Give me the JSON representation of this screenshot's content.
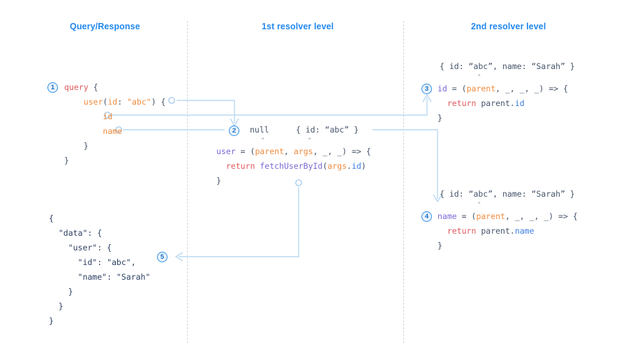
{
  "columns": [
    {
      "title": "Query/Response"
    },
    {
      "title": "1st resolver level"
    },
    {
      "title": "2nd resolver level"
    }
  ],
  "badges": [
    {
      "label": "1",
      "for": "query-block"
    },
    {
      "label": "2",
      "for": "user-resolver"
    },
    {
      "label": "3",
      "for": "id-resolver"
    },
    {
      "label": "4",
      "for": "name-resolver"
    },
    {
      "label": "5",
      "for": "response-block"
    }
  ],
  "blocks": {
    "query": {
      "lines": [
        "query {",
        "    user(id: \"abc\") {",
        "        id",
        "        name",
        "    }",
        "}"
      ],
      "text": "query {\n    user(id: \"abc\") {\n        id\n        name\n    }\n}"
    },
    "response": {
      "text": "{\n  \"data\": {\n    \"user\": {\n      \"id\": \"abc\",\n      \"name\": \"Sarah\"\n    }\n  }\n}"
    },
    "user_resolver": {
      "parent_value": "null",
      "args_value": "{ id: “abc” }",
      "signature": "user = (parent, args, _, _) => {",
      "body": "    return fetchUserById(args.id)",
      "close": "}"
    },
    "id_resolver": {
      "parent_value": "{ id: “abc”, name: “Sarah” }",
      "signature": "id = (parent, _, _, _) => {",
      "body": "    return parent.id",
      "close": "}"
    },
    "name_resolver": {
      "parent_value": "{ id: “abc”, name: “Sarah” }",
      "signature": "name = (parent, _, _, _) => {",
      "body": "    return parent.name",
      "close": "}"
    }
  },
  "ditto_marks": [
    {
      "name": "ditto-user-parent"
    },
    {
      "name": "ditto-user-args"
    },
    {
      "name": "ditto-id-parent"
    },
    {
      "name": "ditto-name-parent"
    }
  ],
  "colors": {
    "accent": "#2288ee",
    "badge_border": "#2f8fe8",
    "badge_fill": "#eaf4fd",
    "wire": "#b9d8f2",
    "divider": "#d2d6da",
    "keyword": "#e0565b",
    "field": "#f08a3c",
    "function": "#7b68d6",
    "property": "#3d7de0",
    "json_text": "#2b3f63",
    "background": "#ffffff"
  }
}
